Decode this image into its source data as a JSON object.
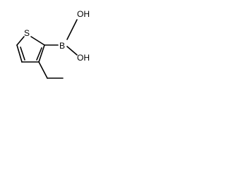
{
  "molecule": {
    "atoms": {
      "sulfur": "S",
      "boron": "B",
      "hydroxyl_top": "OH",
      "hydroxyl_bottom": "OH"
    }
  },
  "colors": {
    "bond": "#000000",
    "label": "#000000",
    "background": "#ffffff"
  }
}
